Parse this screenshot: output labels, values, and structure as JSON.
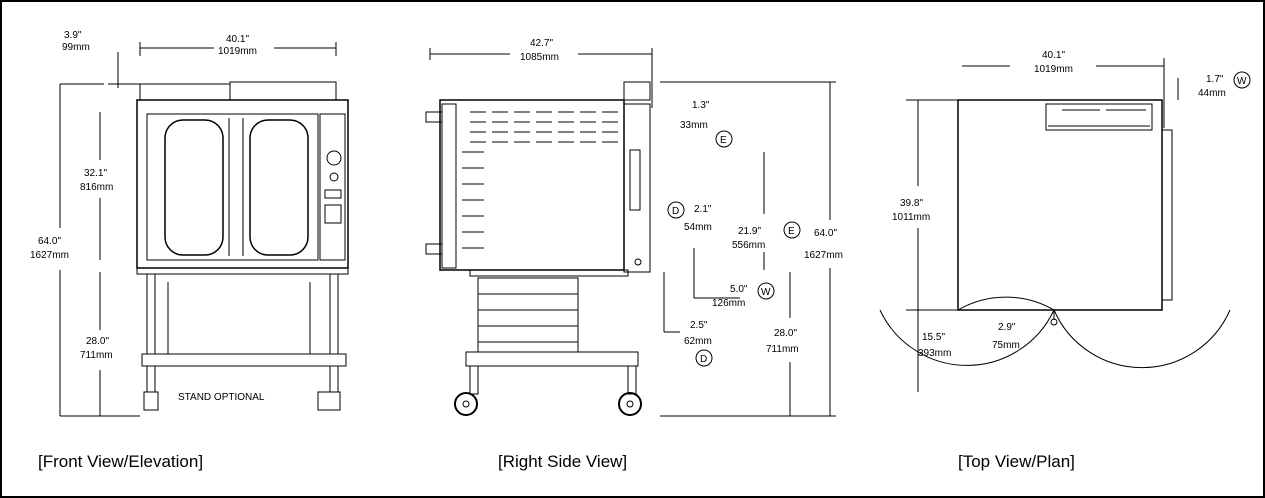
{
  "captions": {
    "front": "[Front View/Elevation]",
    "side": "[Right Side View]",
    "top": "[Top View/Plan]"
  },
  "front": {
    "d_top_in": "3.9\"",
    "d_top_mm": "99mm",
    "width_in": "40.1\"",
    "width_mm": "1019mm",
    "oven_h_in": "32.1\"",
    "oven_h_mm": "816mm",
    "total_h_in": "64.0\"",
    "total_h_mm": "1627mm",
    "stand_h_in": "28.0\"",
    "stand_h_mm": "711mm",
    "stand_note": "STAND OPTIONAL"
  },
  "side": {
    "depth_in": "42.7\"",
    "depth_mm": "1085mm",
    "e1_in": "1.3\"",
    "e1_mm": "33mm",
    "e1_tag": "E",
    "d1_in": "2.1\"",
    "d1_mm": "54mm",
    "d1_tag": "D",
    "e2_in": "21.9\"",
    "e2_mm": "556mm",
    "e2_tag": "E",
    "w_in": "5.0\"",
    "w_mm": "126mm",
    "w_tag": "W",
    "d2_in": "2.5\"",
    "d2_mm": "62mm",
    "d2_tag": "D",
    "stand_in": "28.0\"",
    "stand_mm": "711mm",
    "total_in": "64.0\"",
    "total_mm": "1627mm"
  },
  "top": {
    "width_in": "40.1\"",
    "width_mm": "1019mm",
    "w_in": "1.7\"",
    "w_mm": "44mm",
    "w_tag": "W",
    "depth_in": "39.8\"",
    "depth_mm": "1011mm",
    "door_in": "15.5\"",
    "door_mm": "393mm",
    "gap_in": "2.9\"",
    "gap_mm": "75mm"
  }
}
